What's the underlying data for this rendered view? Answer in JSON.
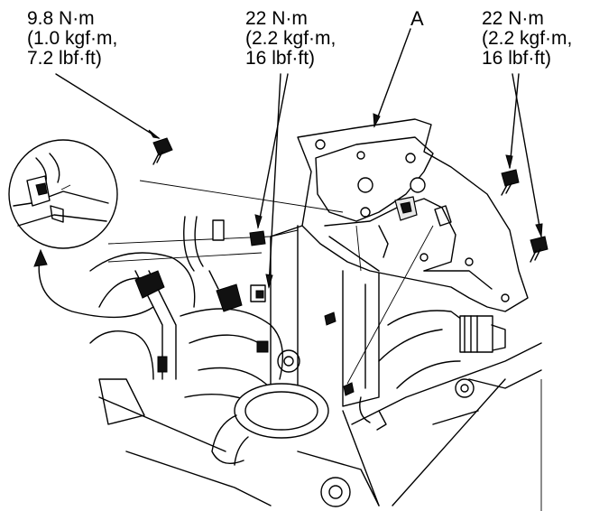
{
  "torque_left": {
    "line1": "9.8 N·m",
    "line2": "(1.0 kgf·m,",
    "line3": "7.2 lbf·ft)"
  },
  "torque_center": {
    "line1": "22 N·m",
    "line2": "(2.2 kgf·m,",
    "line3": "16 lbf·ft)"
  },
  "torque_right": {
    "line1": "22 N·m",
    "line2": "(2.2 kgf·m,",
    "line3": "16 lbf·ft)"
  },
  "part_label": "A"
}
